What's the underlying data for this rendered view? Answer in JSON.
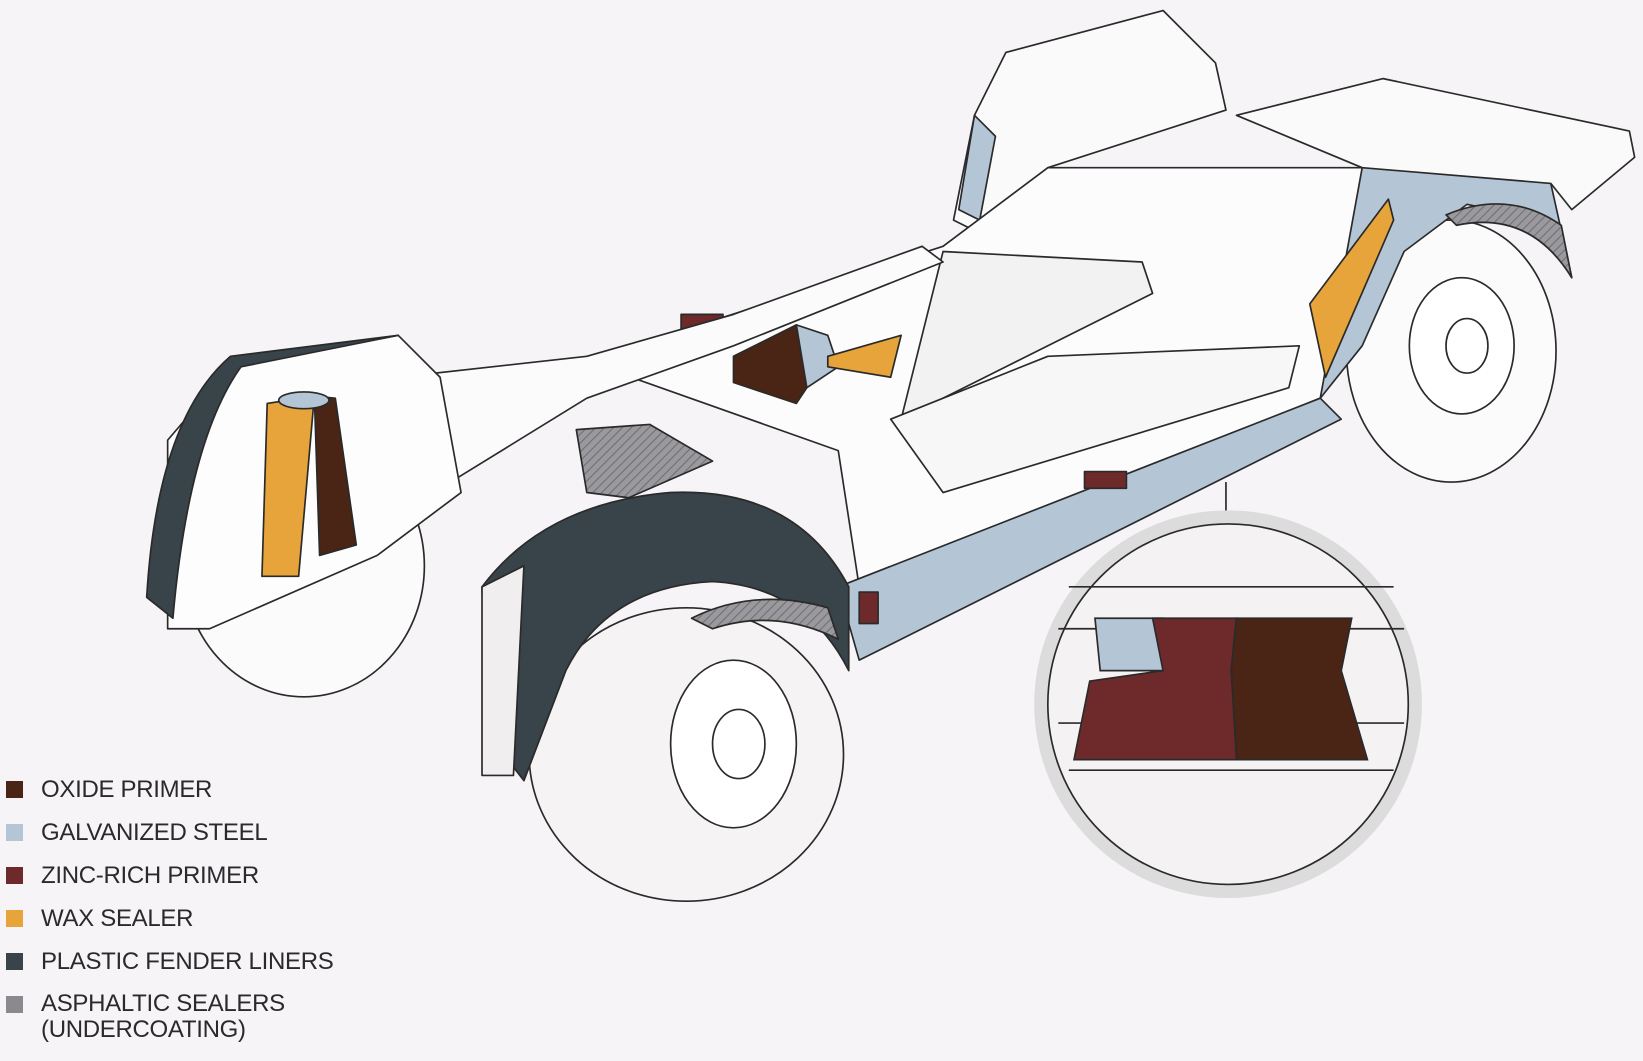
{
  "legend": {
    "items": [
      {
        "label": "OXIDE PRIMER",
        "color": "#4a2414"
      },
      {
        "label": "GALVANIZED STEEL",
        "color": "#b4c6d6"
      },
      {
        "label": "ZINC-RICH PRIMER",
        "color": "#6e2a2a"
      },
      {
        "label": "WAX SEALER",
        "color": "#e6a43a"
      },
      {
        "label": "PLASTIC FENDER LINERS",
        "color": "#39434a"
      },
      {
        "label": "ASPHALTIC SEALERS",
        "label2": "(UNDERCOATING)",
        "color": "#8a8a8e"
      }
    ]
  }
}
